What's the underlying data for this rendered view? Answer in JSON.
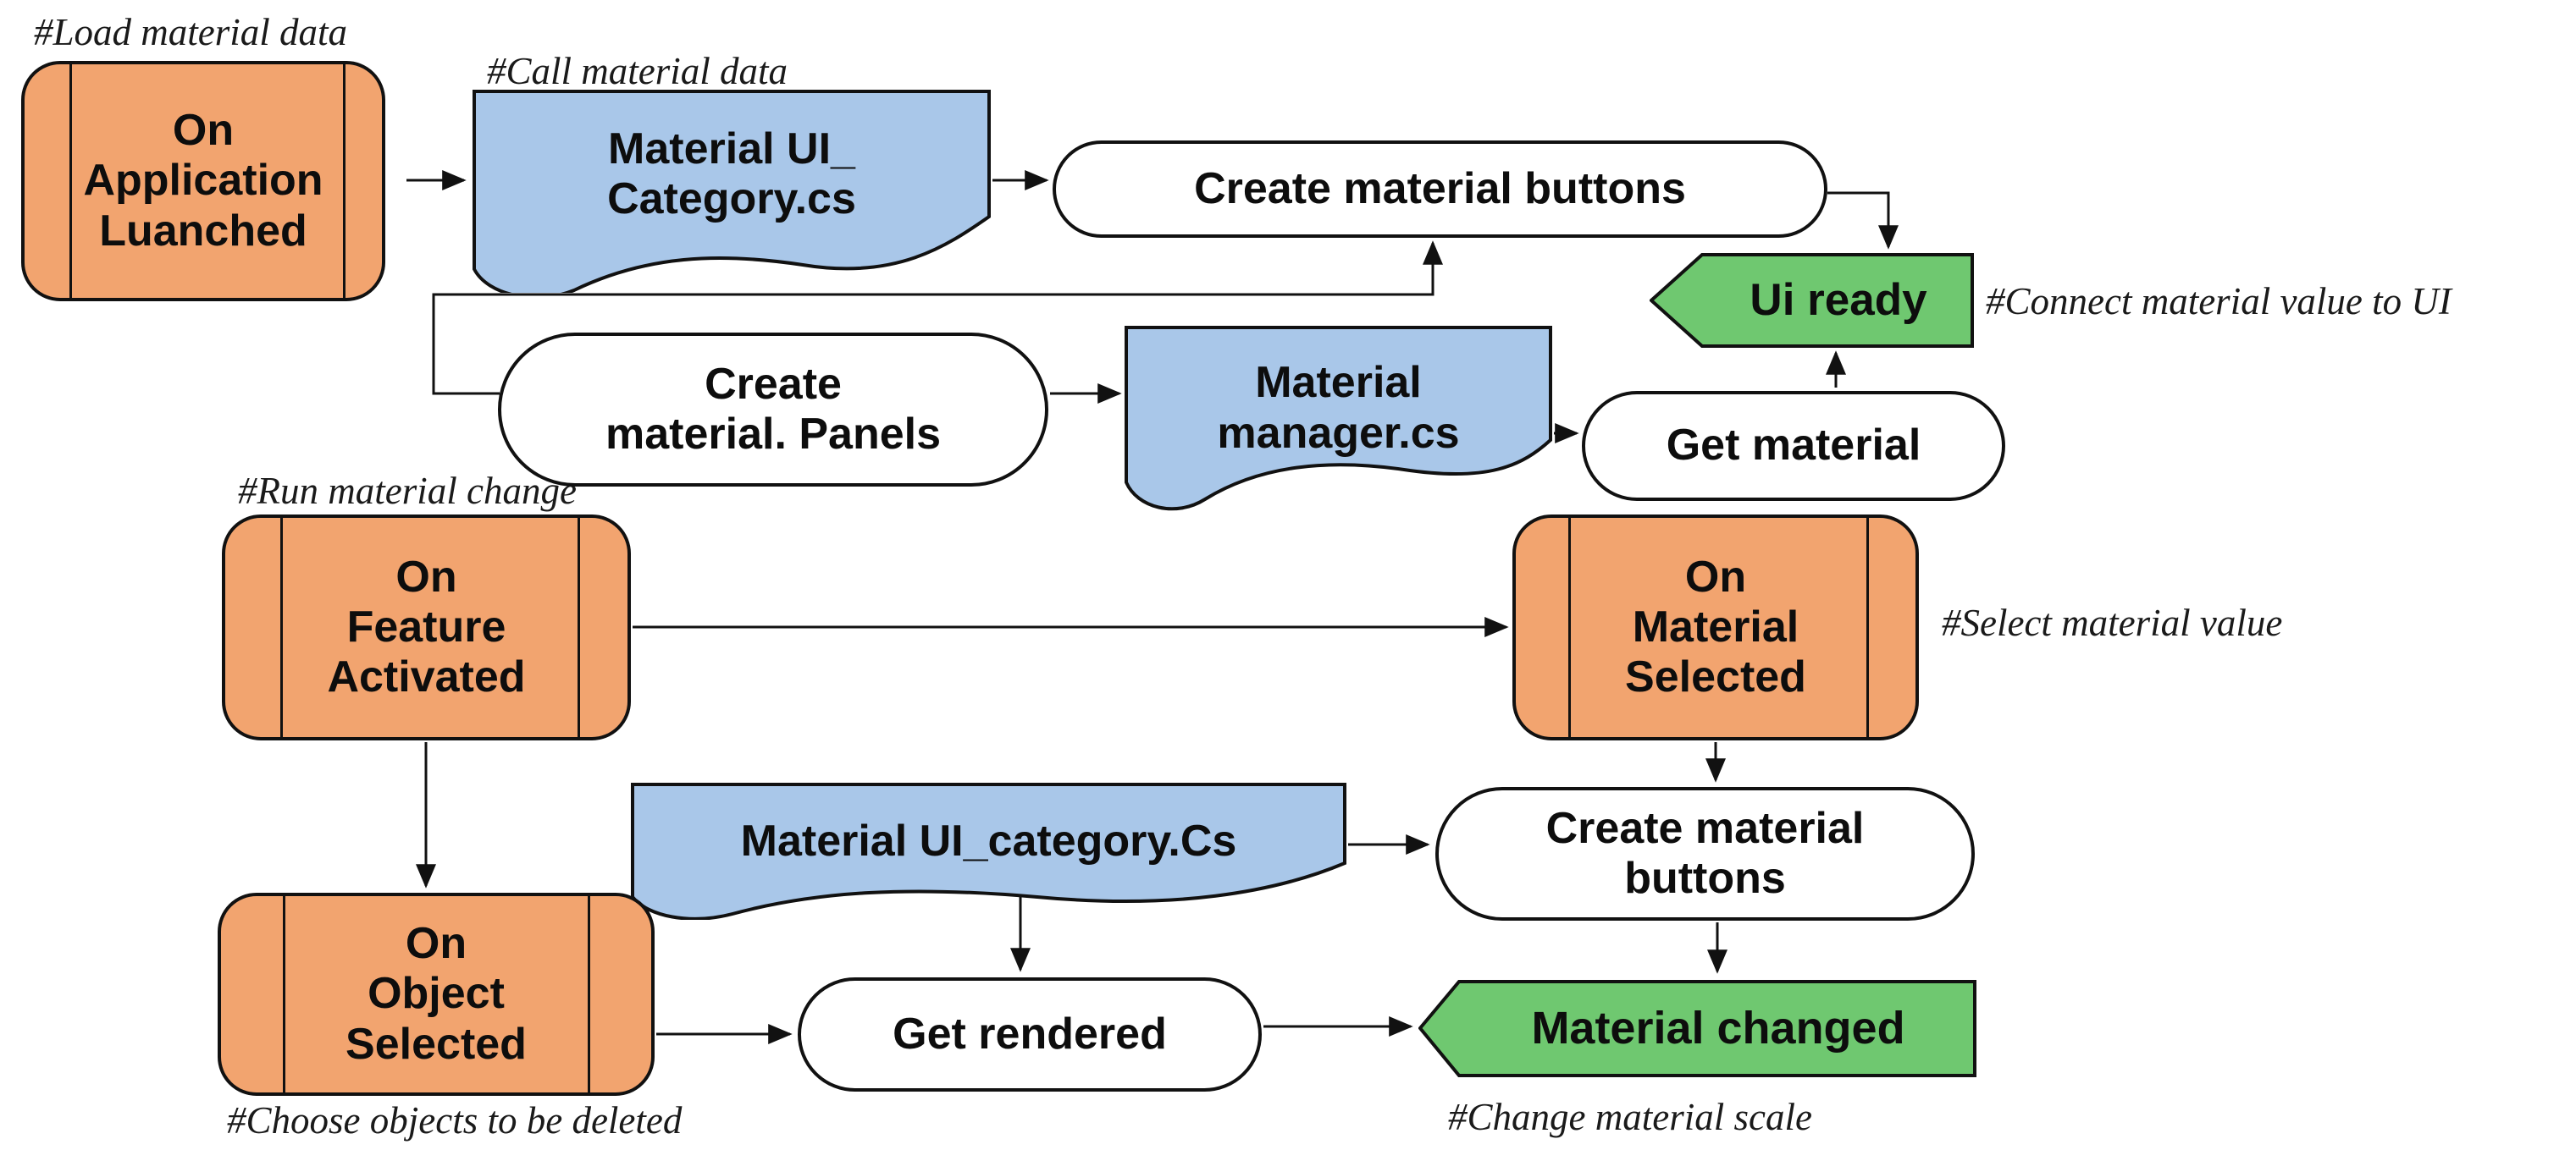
{
  "diagram": {
    "title": "Material system event flow diagram",
    "colors": {
      "event_fill": "#F2A46F",
      "file_fill": "#A9C7E9",
      "state_fill": "#6FC870",
      "process_fill": "#FFFFFF",
      "stroke": "#111111",
      "annotation_color": "#1A1A1A",
      "background": "#FFFFFF"
    },
    "nodes": {
      "on_application_launched": {
        "label": "On\nApplication\nLuanched"
      },
      "material_ui_category": {
        "label": "Material UI_\nCategory.cs"
      },
      "create_material_buttons_top": {
        "label": "Create material buttons"
      },
      "ui_ready": {
        "label": "Ui ready"
      },
      "create_material_panels": {
        "label": "Create\nmaterial. Panels"
      },
      "material_manager": {
        "label": "Material\nmanager.cs"
      },
      "get_material": {
        "label": "Get material"
      },
      "on_feature_activated": {
        "label": "On\nFeature\nActivated"
      },
      "on_material_selected": {
        "label": "On\nMaterial\nSelected"
      },
      "material_ui_category_2": {
        "label": "Material UI_category.Cs"
      },
      "create_material_buttons_bottom": {
        "label": "Create material\nbuttons"
      },
      "on_object_selected": {
        "label": "On\nObject\nSelected"
      },
      "get_rendered": {
        "label": "Get rendered"
      },
      "material_changed": {
        "label": "Material changed"
      }
    },
    "annotations": {
      "load_material_data": {
        "text": "#Load material data"
      },
      "call_material_data": {
        "text": "#Call material data"
      },
      "connect_material_value": {
        "text": "#Connect material value to UI"
      },
      "run_material_change": {
        "text": "#Run material change"
      },
      "select_material_value": {
        "text": "#Select material value"
      },
      "choose_objects": {
        "text": "#Choose objects to be deleted"
      },
      "change_material_scale": {
        "text": "#Change material scale"
      }
    }
  }
}
